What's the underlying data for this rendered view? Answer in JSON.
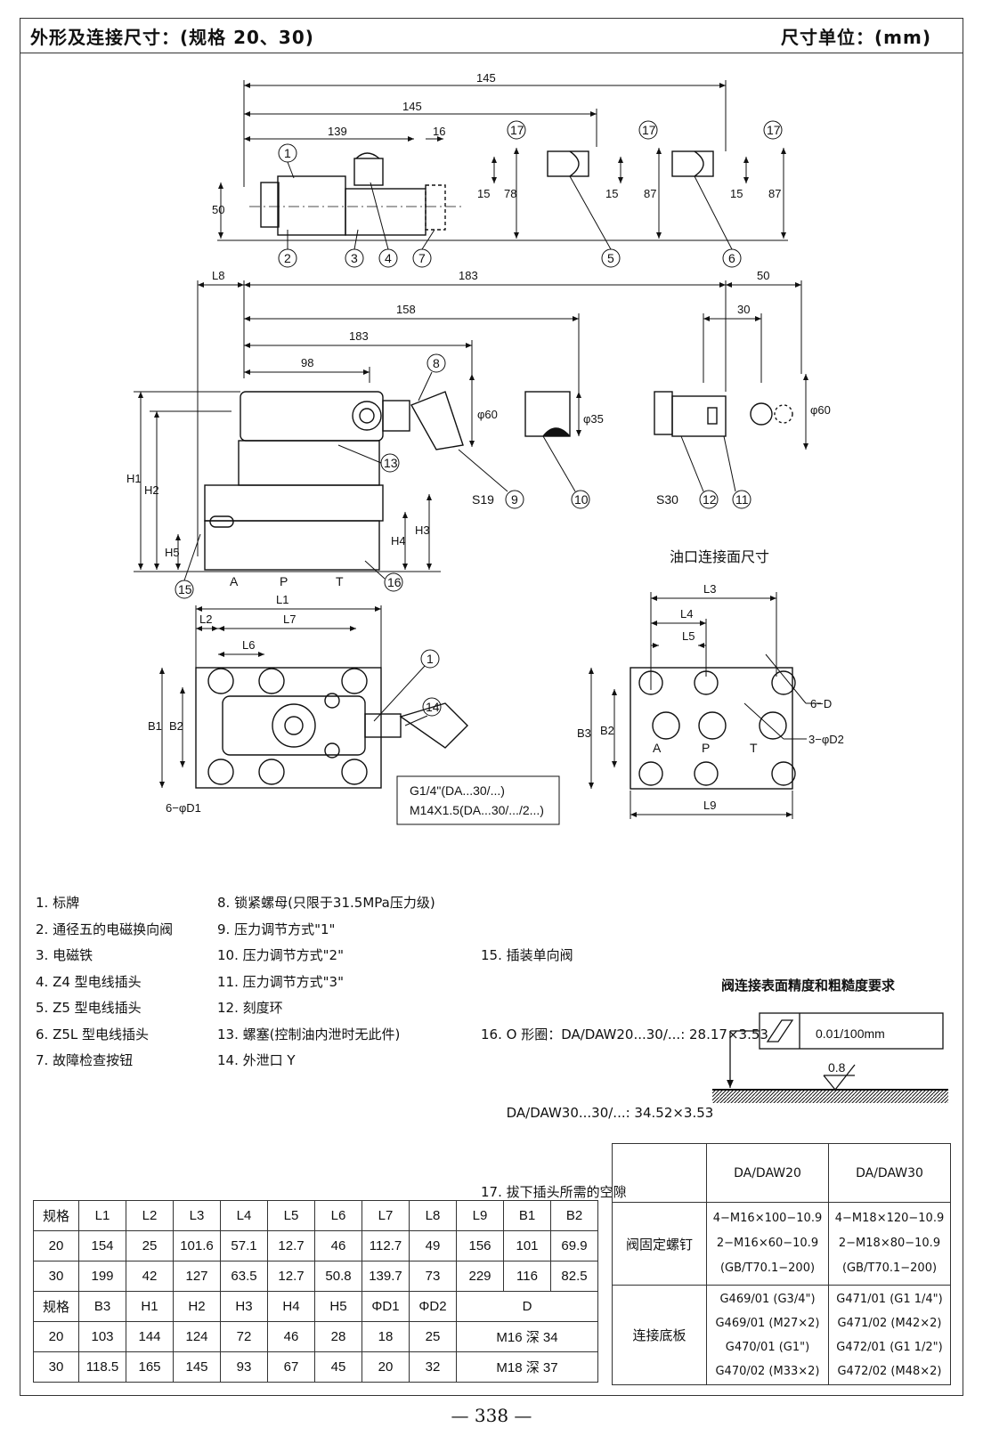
{
  "header": {
    "title": "外形及连接尺寸：(规格 20、30)",
    "unit": "尺寸单位：(mm)"
  },
  "drawing": {
    "top_dims": [
      "145",
      "145",
      "139",
      "16",
      "50",
      "15",
      "78",
      "15",
      "87",
      "15",
      "87"
    ],
    "mid_dims": [
      "L8",
      "183",
      "50",
      "158",
      "30",
      "183",
      "98",
      "φ60",
      "φ35",
      "φ60"
    ],
    "side_dims": [
      "H1",
      "H2",
      "H3",
      "H4",
      "H5"
    ],
    "ports": [
      "A",
      "P",
      "T"
    ],
    "callouts": [
      "1",
      "2",
      "3",
      "4",
      "7",
      "5",
      "6",
      "17",
      "8",
      "9",
      "10",
      "11",
      "12",
      "13",
      "15",
      "16",
      "14"
    ],
    "wrench_sizes": [
      "S19",
      "S30"
    ],
    "plan_dims": [
      "L1",
      "L2",
      "L7",
      "L6",
      "B1",
      "B2",
      "6−φD1"
    ],
    "thread_note_1": "G1/4\"(DA...30/...)",
    "thread_note_2": "M14X1.5(DA...30/.../2...)",
    "oil_title": "油口连接面尺寸",
    "oil_dims": [
      "L3",
      "L4",
      "L5",
      "B3",
      "B2",
      "L9",
      "6−D",
      "3−φD2"
    ],
    "surface_title": "阀连接表面精度和粗糙度要求",
    "flatness_value": "0.01/100mm",
    "roughness": "0.8"
  },
  "parts_col1": [
    "1. 标牌",
    "2. 通径五的电磁换向阀",
    "3. 电磁铁",
    "4. Z4 型电线插头",
    "5. Z5 型电线插头",
    "6. Z5L 型电线插头",
    "7. 故障检查按钮"
  ],
  "parts_col2": [
    "8. 锁紧螺母(只限于31.5MPa压力级)",
    "9. 压力调节方式\"1\"",
    "10. 压力调节方式\"2\"",
    "11. 压力调节方式\"3\"",
    "12. 刻度环",
    "13. 螺塞(控制油内泄时无此件)",
    "14. 外泄口 Y"
  ],
  "parts_col3": [
    "15. 插装单向阀",
    "16. O 形圈：DA/DAW20...30/...: 28.17×3.53",
    "      DA/DAW30...30/...: 34.52×3.53",
    "17. 拔下插头所需的空隙"
  ],
  "spec_table": {
    "header1": [
      "规格",
      "L1",
      "L2",
      "L3",
      "L4",
      "L5",
      "L6",
      "L7",
      "L8",
      "L9",
      "B1",
      "B2"
    ],
    "rows1": [
      [
        "20",
        "154",
        "25",
        "101.6",
        "57.1",
        "12.7",
        "46",
        "112.7",
        "49",
        "156",
        "101",
        "69.9"
      ],
      [
        "30",
        "199",
        "42",
        "127",
        "63.5",
        "12.7",
        "50.8",
        "139.7",
        "73",
        "229",
        "116",
        "82.5"
      ]
    ],
    "header2": [
      "规格",
      "B3",
      "H1",
      "H2",
      "H3",
      "H4",
      "H5",
      "ΦD1",
      "ΦD2",
      "D"
    ],
    "rows2": [
      [
        "20",
        "103",
        "144",
        "124",
        "72",
        "46",
        "28",
        "18",
        "25",
        "M16 深 34"
      ],
      [
        "30",
        "118.5",
        "165",
        "145",
        "93",
        "67",
        "45",
        "20",
        "32",
        "M18 深 37"
      ]
    ]
  },
  "bolt_table": {
    "col_heads": [
      "DA/DAW20",
      "DA/DAW30"
    ],
    "row1_label": "阀固定螺钉",
    "row1_a": [
      "4−M16×100−10.9",
      "2−M16×60−10.9",
      "(GB/T70.1−200)"
    ],
    "row1_b": [
      "4−M18×120−10.9",
      "2−M18×80−10.9",
      "(GB/T70.1−200)"
    ],
    "row2_label": "连接底板",
    "row2_a": [
      "G469/01 (G3/4\")",
      "G469/01 (M27×2)",
      "G470/01 (G1\")",
      "G470/02 (M33×2)"
    ],
    "row2_b": [
      "G471/01 (G1 1/4\")",
      "G471/02 (M42×2)",
      "G472/01 (G1 1/2\")",
      "G472/02 (M48×2)"
    ]
  },
  "page_number": "— 338 —"
}
